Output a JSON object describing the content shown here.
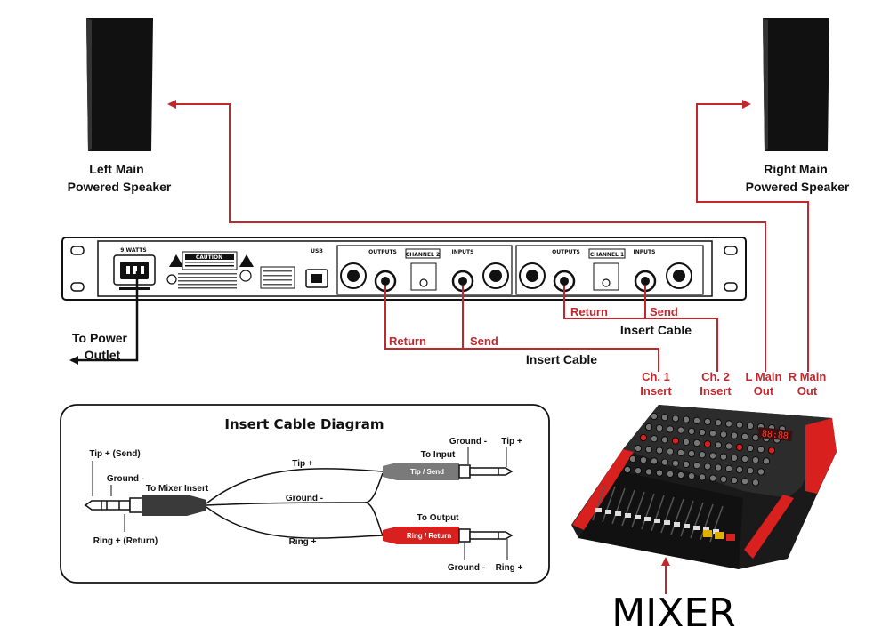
{
  "speakers": {
    "left": {
      "line1": "Left Main",
      "line2": "Powered Speaker"
    },
    "right": {
      "line1": "Right Main",
      "line2": "Powered Speaker"
    }
  },
  "power": {
    "line1": "To Power",
    "line2": "Outlet"
  },
  "device": {
    "caution": "CAUTION",
    "channel1": "CHANNEL 1",
    "channel2": "CHANNEL 2",
    "outputs": "OUTPUTS",
    "inputs": "INPUTS",
    "usb": "USB",
    "watts": "9 WATTS"
  },
  "connections": {
    "ch2": {
      "return": "Return",
      "send": "Send",
      "cable": "Insert Cable"
    },
    "ch1": {
      "return": "Return",
      "send": "Send",
      "cable": "Insert Cable"
    }
  },
  "mixer_ports": {
    "ch1": {
      "line1": "Ch. 1",
      "line2": "Insert"
    },
    "ch2": {
      "line1": "Ch. 2",
      "line2": "Insert"
    },
    "lmain": {
      "line1": "L Main",
      "line2": "Out"
    },
    "rmain": {
      "line1": "R Main",
      "line2": "Out"
    }
  },
  "diagram": {
    "title": "Insert Cable Diagram",
    "tip_send": "Tip + (Send)",
    "ground": "Ground -",
    "to_mixer_insert": "To Mixer Insert",
    "ring_return": "Ring + (Return)",
    "tip_plus": "Tip +",
    "ground_minus": "Ground -",
    "ring_plus": "Ring +",
    "to_input": "To Input",
    "to_output": "To Output",
    "ground_top": "Ground -",
    "tip_top": "Tip +",
    "ground_bottom": "Ground -",
    "ring_bottom": "Ring +",
    "plug_send": "Tip / Send",
    "plug_return": "Ring / Return"
  },
  "mixer": {
    "title": "MIXER"
  },
  "colors": {
    "signal": "#c0282d",
    "plug_gray": "#7a7a7a",
    "plug_red": "#d8201f",
    "black": "#111111"
  }
}
